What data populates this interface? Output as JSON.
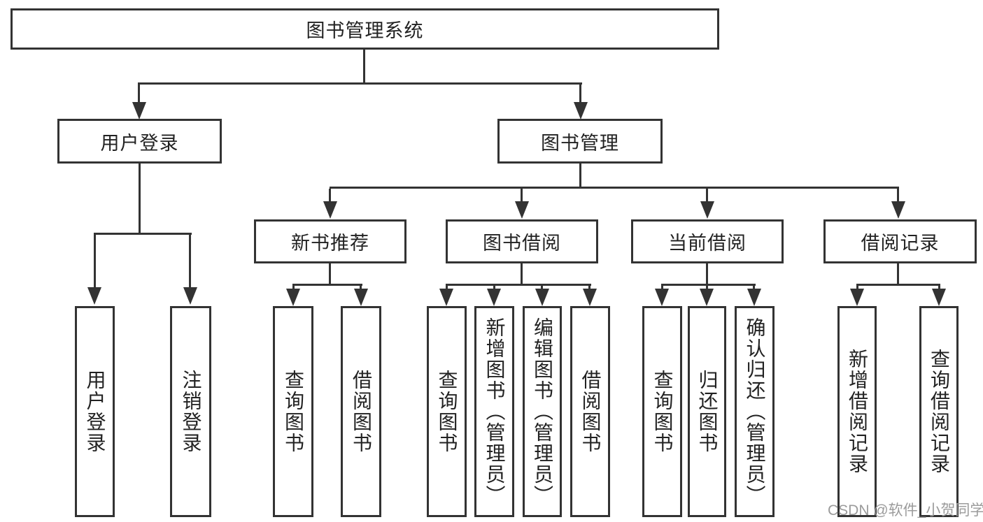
{
  "page": {
    "background": "#ffffff",
    "line_color": "#333333",
    "watermark": {
      "text": "CSDN @软件_小贺同学",
      "color": "#9b9b9b"
    }
  },
  "tree": {
    "root": {
      "label": "图书管理系统"
    },
    "branches": [
      {
        "label": "用户登录",
        "children": [
          {
            "label": "用户登录"
          },
          {
            "label": "注销登录"
          }
        ]
      },
      {
        "label": "图书管理",
        "children": [
          {
            "label": "新书推荐",
            "children": [
              {
                "label": "查询图书"
              },
              {
                "label": "借阅图书"
              }
            ]
          },
          {
            "label": "图书借阅",
            "children": [
              {
                "label": "查询图书"
              },
              {
                "label": "新增图书（管理员）"
              },
              {
                "label": "编辑图书（管理员）"
              },
              {
                "label": "借阅图书"
              }
            ]
          },
          {
            "label": "当前借阅",
            "children": [
              {
                "label": "查询图书"
              },
              {
                "label": "归还图书"
              },
              {
                "label": "确认归还（管理员）"
              }
            ]
          },
          {
            "label": "借阅记录",
            "children": [
              {
                "label": "新增借阅记录"
              },
              {
                "label": "查询借阅记录"
              }
            ]
          }
        ]
      }
    ]
  }
}
